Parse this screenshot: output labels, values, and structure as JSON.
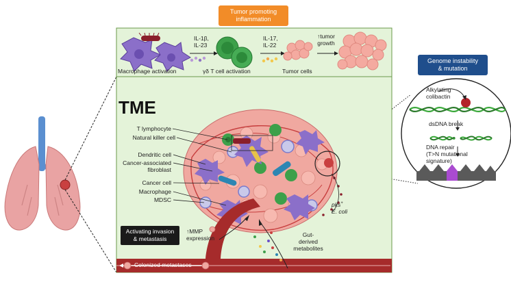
{
  "header": {
    "tumor_promoting_line1": "Tumor promoting",
    "tumor_promoting_line2": "inflammation",
    "genome_line1": "Genome instability",
    "genome_line2": "& mutation"
  },
  "inflammation_strip": {
    "cytokines_1_line1": "IL-1β,",
    "cytokines_1_line2": "IL-23",
    "cytokines_2_line1": "IL-17,",
    "cytokines_2_line2": "IL-22",
    "growth_line1": "↑tumor",
    "growth_line2": "growth",
    "macrophage_activation": "Macrophage activation",
    "gd_tcell_activation": "γδ T cell activation",
    "tumor_cells": "Tumor cells"
  },
  "tme": {
    "title": "TME",
    "cell_labels": [
      "T lymphocyte",
      "Natural killer cell",
      "Dendritic cell",
      "Cancer-associated",
      "fibroblast",
      "Cancer cell",
      "Macrophage",
      "MDSC"
    ],
    "invasion_line1": "Activating invasion",
    "invasion_line2": "& metastasis",
    "mmp_line1": "↑MMP",
    "mmp_line2": "expression",
    "gut_line1": "Gut-",
    "gut_line2": "derived",
    "gut_line3": "metabolites",
    "pks_line1": "pks",
    "pks_sup": "+",
    "pks_line2": "E. coli",
    "colonized": "Colonized metastases"
  },
  "genome_circle": {
    "alkylating_line1": "Alkylating",
    "alkylating_line2": "colibactin",
    "dsdna": "dsDNA break",
    "repair_line1": "DNA repair",
    "repair_line2": "(T>N mutational",
    "repair_line3": "signature)"
  },
  "colors": {
    "orange_header": "#f28c28",
    "blue_header": "#1f4e8c",
    "green_panel": "#e4f3d9",
    "vessel_red": "#a62b2b",
    "dna_green": "#3aa83a",
    "black_box": "#1a1a1a"
  }
}
